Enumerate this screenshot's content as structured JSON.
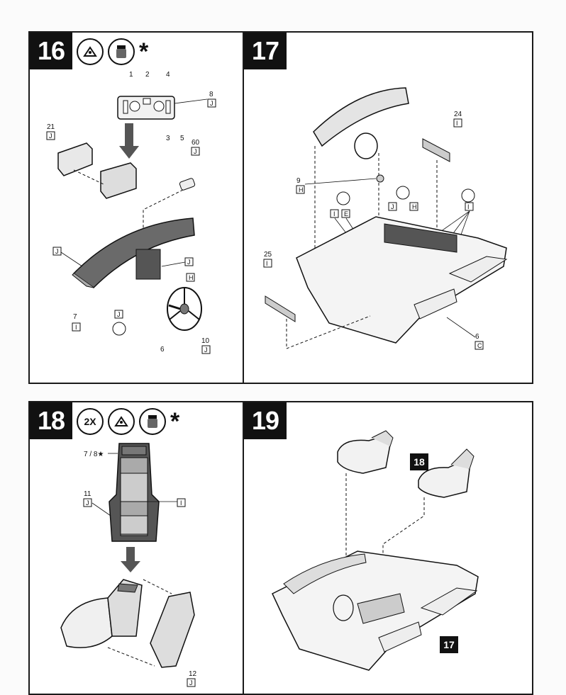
{
  "steps": [
    {
      "number": "16",
      "asterisk": "*"
    },
    {
      "number": "17"
    },
    {
      "number": "18",
      "multiplier": "2X",
      "asterisk": "*"
    },
    {
      "number": "19"
    }
  ],
  "step16": {
    "labels": {
      "p1": "1",
      "p2": "2",
      "p3": "3",
      "p4": "4",
      "p5": "5",
      "p6": "6",
      "p7": "7",
      "p8": "8",
      "p10": "10",
      "p21": "21",
      "p60": "60"
    },
    "boxes": {
      "b8": "J",
      "b21": "J",
      "b60": "J",
      "bJleft": "J",
      "bJright": "J",
      "bH": "H",
      "b7": "I",
      "bJbottom": "J",
      "b10": "J"
    }
  },
  "step17": {
    "labels": {
      "p9": "9",
      "p24": "24",
      "p25": "25",
      "p6": "6"
    },
    "boxes": {
      "b9": "H",
      "b24": "I",
      "b25": "I",
      "b6": "C",
      "bI1": "I",
      "bE": "E",
      "bJ": "J",
      "bH": "H",
      "bI2": "I"
    }
  },
  "step18": {
    "labels": {
      "p78": "7 / 8★",
      "p11": "11",
      "p12": "12"
    },
    "boxes": {
      "b11": "J",
      "bI": "I",
      "b12": "J"
    }
  },
  "step19": {
    "refs": {
      "r18": "18",
      "r17": "17"
    }
  }
}
